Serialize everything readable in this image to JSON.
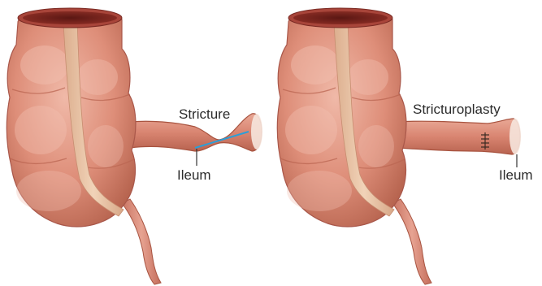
{
  "left_panel": {
    "stricture_label": "Stricture",
    "ileum_label": "Ileum"
  },
  "right_panel": {
    "stricturoplasty_label": "Stricturoplasty",
    "ileum_label": "Ileum"
  },
  "colors": {
    "tissue_base": "#d9826f",
    "tissue_light": "#eab0a0",
    "tissue_dark": "#a8523f",
    "opening_rim": "#8e2f26",
    "opening_inner": "#6e1f1a",
    "band": "#e9c3a4",
    "stricture_line": "#2a9fd8"
  }
}
